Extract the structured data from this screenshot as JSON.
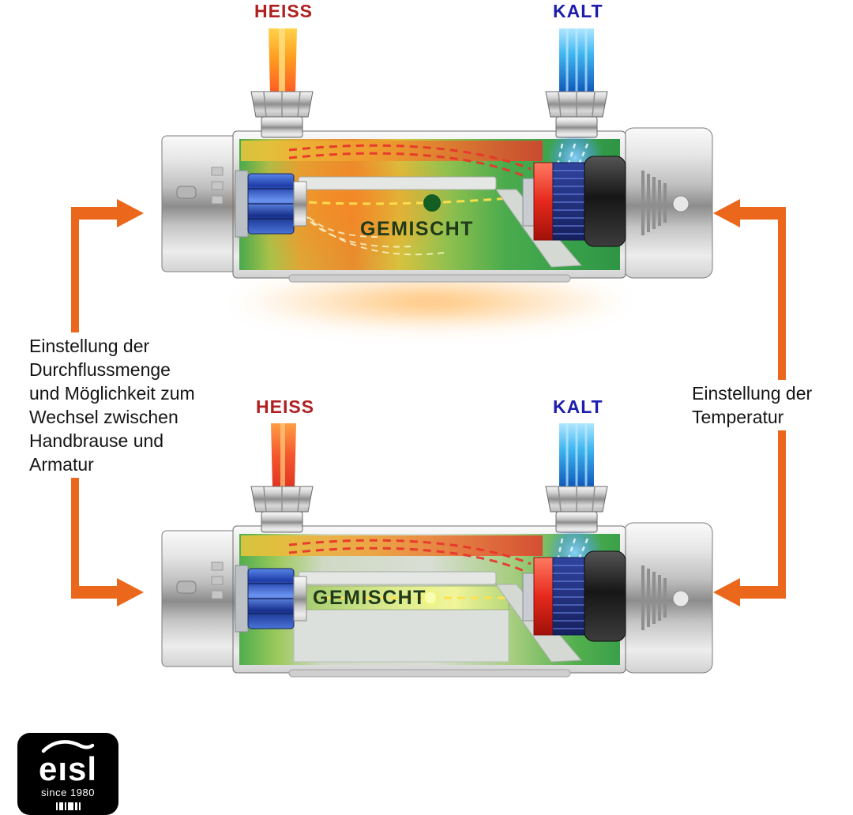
{
  "labels": {
    "hot": "HEISS",
    "cold": "KALT",
    "mixed": "GEMISCHT"
  },
  "annotations": {
    "left": "Einstellung der\nDurchflussmenge\nund Möglichkeit zum\nWechsel zwischen\nHandbrause und\nArmatur",
    "right": "Einstellung der\nTemperatur"
  },
  "logo": {
    "brand": "eısl",
    "tagline": "since 1980"
  },
  "colors": {
    "hot_label": "#b02020",
    "cold_label": "#1d1daf",
    "mixed_label": "#1e3a1a",
    "arrow_accent": "#ea671c",
    "hot_water": "#ff8a00",
    "cold_water": "#1e88e5",
    "logo_background": "#000000"
  }
}
